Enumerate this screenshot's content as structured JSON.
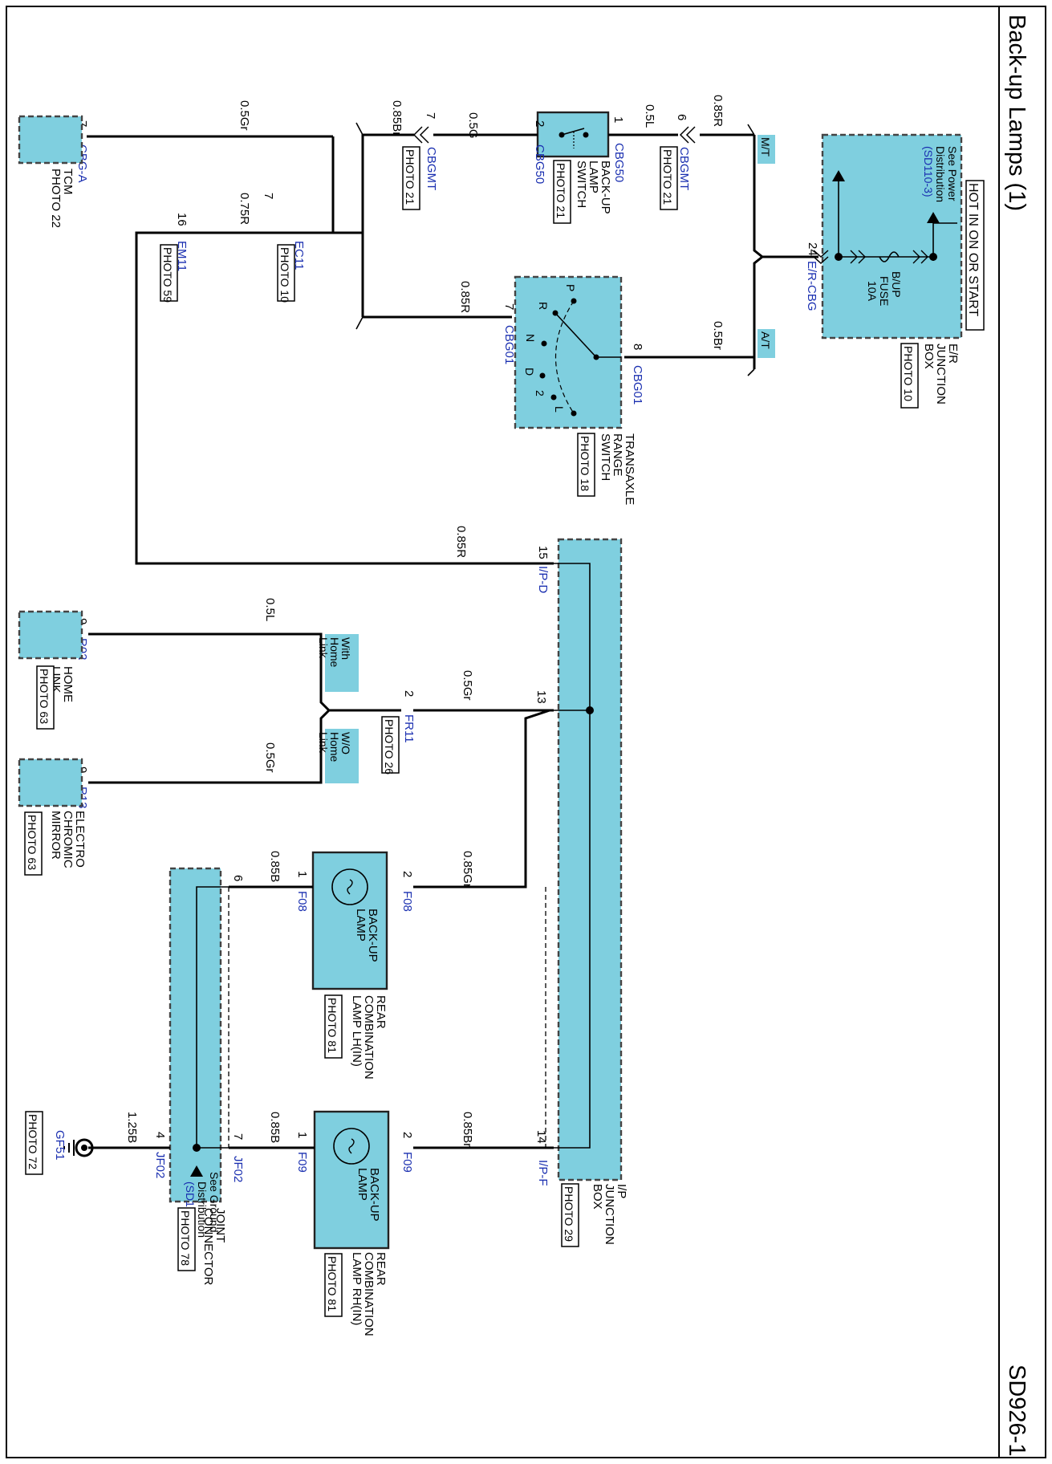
{
  "title": "Back-up Lamps (1)",
  "page_id": "SD926-1",
  "header_note": "HOT IN ON OR START",
  "power_note": [
    "See Power",
    "Distribution",
    "(SD110-3)"
  ],
  "ground_note": [
    "See Ground",
    "Distribution",
    "(SD130-4)"
  ],
  "fuse": [
    "B/UP",
    "FUSE",
    "10A"
  ],
  "components": {
    "er_box": [
      "E/R",
      "JUNCTION",
      "BOX"
    ],
    "er_photo": "PHOTO 10",
    "backup_switch": [
      "BACK-UP",
      "LAMP",
      "SWITCH"
    ],
    "backup_switch_photo": "PHOTO 21",
    "transaxle": [
      "TRANSAXLE",
      "RANGE",
      "SWITCH"
    ],
    "transaxle_photo": "PHOTO 18",
    "tcm": [
      "TCM"
    ],
    "tcm_photo": "PHOTO 22",
    "ip_box": [
      "I/P",
      "JUNCTION",
      "BOX"
    ],
    "ip_photo": "PHOTO 29",
    "homelink": [
      "HOME",
      "LINK"
    ],
    "homelink_photo": "PHOTO 63",
    "ecm": [
      "ELECTRO",
      "CHROMIC",
      "MIRROR"
    ],
    "ecm_photo": "PHOTO 63",
    "lamp_lh": [
      "REAR",
      "COMBINATION",
      "LAMP LH(IN)"
    ],
    "lamp_lh_photo": "PHOTO 81",
    "lamp_rh": [
      "REAR",
      "COMBINATION",
      "LAMP RH(IN)"
    ],
    "lamp_rh_photo": "PHOTO 81",
    "lamp_inner": [
      "BACK-UP",
      "LAMP"
    ],
    "joint": [
      "JOINT",
      "CONNECTOR"
    ],
    "joint_photo": "PHOTO 78",
    "ground_photo": "PHOTO 72"
  },
  "connectors": {
    "er_cbg": "E/R-CBG",
    "cbg50_a": "CBG50",
    "cbg50_b": "CBG50",
    "cbgmt_a": "CBGMT",
    "cbgmt_b": "CBGMT",
    "cbgmt_photo_a": "PHOTO 21",
    "cbgmt_photo_b": "PHOTO 21",
    "cbg01_a": "CBG01",
    "cbg01_b": "CBG01",
    "cbg_a": "CBG-A",
    "ec11": "EC11",
    "ec11_photo": "PHOTO 10",
    "em11": "EM11",
    "em11_photo": "PHOTO 59",
    "ipd": "I/P-D",
    "ipf": "I/P-F",
    "r02": "R02",
    "r13": "R13",
    "fr11": "FR11",
    "fr11_photo": "PHOTO 26",
    "f08_a": "F08",
    "f08_b": "F08",
    "f09_a": "F09",
    "f09_b": "F09",
    "jf02_a": "JF02",
    "jf02_b": "JF02",
    "gf51": "GF51"
  },
  "wires": {
    "w1": "0.85R",
    "w2": "0.5L",
    "w3": "0.5G",
    "w4": "0.85Br",
    "w5": "0.5Gr",
    "w6": "0.5Br",
    "w7": "0.85R",
    "w8": "0.75R",
    "w9": "0.85R",
    "w10": "0.5L",
    "w11": "0.5Gr",
    "w12": "0.5Gr",
    "w13": "0.85Gr",
    "w14": "0.85B",
    "w15": "0.85Br",
    "w16": "0.85B",
    "w17": "1.25B"
  },
  "pins": {
    "p24": "24",
    "p6a": "6",
    "p1": "1",
    "p2a": "2",
    "p7a": "7",
    "p8": "8",
    "p7b": "7",
    "p7c": "7",
    "p16": "16",
    "p7d": "7",
    "p15": "15",
    "p13": "13",
    "p14": "14",
    "p9a": "9",
    "p9b": "9",
    "p2b": "2",
    "p2c": "2",
    "p1b": "1",
    "p2d": "2",
    "p1c": "1",
    "p6b": "6",
    "p7e": "7",
    "p4": "4"
  },
  "tags": {
    "mt": "M/T",
    "at": "A/T",
    "with_home": [
      "With",
      "Home",
      "Link"
    ],
    "wo_home": [
      "W/O",
      "Home",
      "Link"
    ]
  },
  "gear_positions": [
    "P",
    "R",
    "N",
    "D",
    "2",
    "L"
  ]
}
